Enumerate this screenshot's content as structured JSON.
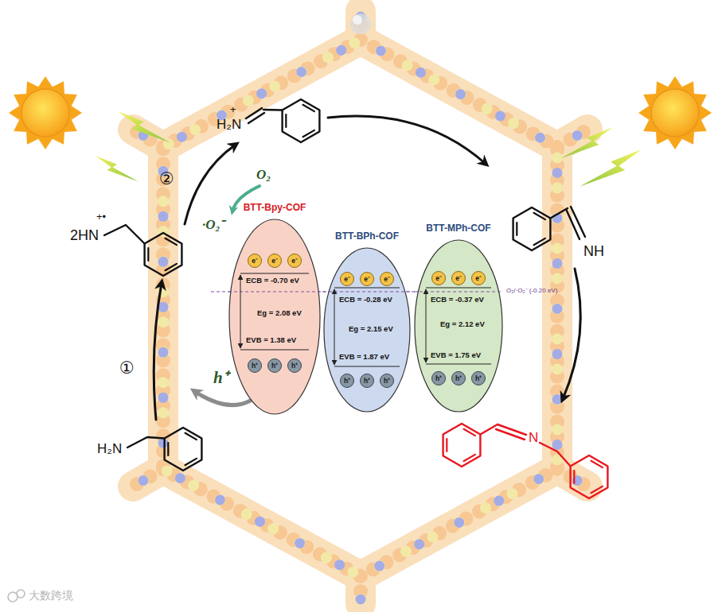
{
  "diagram": {
    "nodes": [
      {
        "text": [
          "BTT-Bpy-COF",
          "ECB = -0.70 eV",
          "Eg = 2.08 eV",
          "EVB = 1.38 eV"
        ]
      },
      {
        "text": [
          "e⁻"
        ],
        "in": 0
      },
      {
        "text": [
          "e⁻"
        ],
        "in": 0
      },
      {
        "text": [
          "e⁻"
        ],
        "in": 0
      },
      {
        "text": [
          "h⁺"
        ],
        "in": 0
      },
      {
        "text": [
          "h⁺"
        ],
        "in": 0
      },
      {
        "text": [
          "h⁺"
        ],
        "in": 0
      },
      {
        "text": [
          "BTT-BPh-COF",
          "ECB = -0.28 eV",
          "Eg = 2.15 eV",
          "EVB = 1.87 eV"
        ]
      },
      {
        "text": [
          "e⁻"
        ],
        "in": 7
      },
      {
        "text": [
          "e⁻"
        ],
        "in": 7
      },
      {
        "text": [
          "e⁻"
        ],
        "in": 7
      },
      {
        "text": [
          "h⁺"
        ],
        "in": 7
      },
      {
        "text": [
          "h⁺"
        ],
        "in": 7
      },
      {
        "text": [
          "h⁺"
        ],
        "in": 7
      },
      {
        "text": [
          "BTT-MPh-COF",
          "ECB = -0.37 eV",
          "Eg = 2.12 eV",
          "EVB = 1.75 eV"
        ]
      },
      {
        "text": [
          "e⁻"
        ],
        "in": 14
      },
      {
        "text": [
          "e⁻"
        ],
        "in": 14
      },
      {
        "text": [
          "e⁻"
        ],
        "in": 14
      },
      {
        "text": [
          "h⁺"
        ],
        "in": 14
      },
      {
        "text": [
          "h⁺"
        ],
        "in": 14
      },
      {
        "text": [
          "h⁺"
        ],
        "in": 14
      }
    ],
    "labels": [
      "+",
      "H₂N",
      "O₂",
      "②",
      "+•",
      "·O₂⁻",
      "2HN",
      "NH",
      "O₂/·O₂⁻ (-0.20 eV)",
      "①",
      "h⁺",
      "N",
      "H₂N",
      "大数跨境"
    ]
  }
}
